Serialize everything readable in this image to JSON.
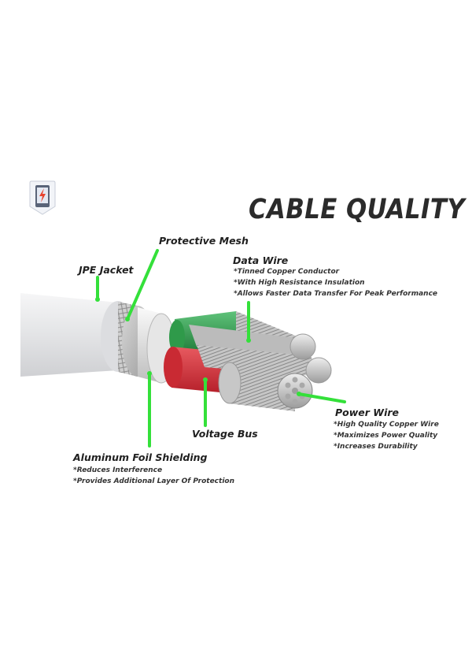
{
  "title": "CABLE QUALITY",
  "icons": {
    "brand": "phone-charging-logo-icon"
  },
  "colors": {
    "accent_green": "#34e03a",
    "jacket": "#e9e9ea",
    "red_wire": "#d8333b",
    "green_wire": "#2f9a4a",
    "copper_strands": "#c9c9c9"
  },
  "labels": {
    "protective_mesh": {
      "title": "Protective Mesh"
    },
    "jpe_jacket": {
      "title": "JPE Jacket"
    },
    "data_wire": {
      "title": "Data Wire",
      "bullets": [
        "*Tinned Copper Conductor",
        "*With High Resistance Insulation",
        "*Allows Faster Data Transfer For Peak Performance"
      ]
    },
    "power_wire": {
      "title": "Power Wire",
      "bullets": [
        "*High Quality Copper Wire",
        "*Maximizes Power Quality",
        "*Increases Durability"
      ]
    },
    "voltage_bus": {
      "title": "Voltage Bus"
    },
    "aluminum_foil": {
      "title": "Aluminum Foil Shielding",
      "bullets": [
        "*Reduces Interference",
        "*Provides Additional Layer Of Protection"
      ]
    }
  }
}
